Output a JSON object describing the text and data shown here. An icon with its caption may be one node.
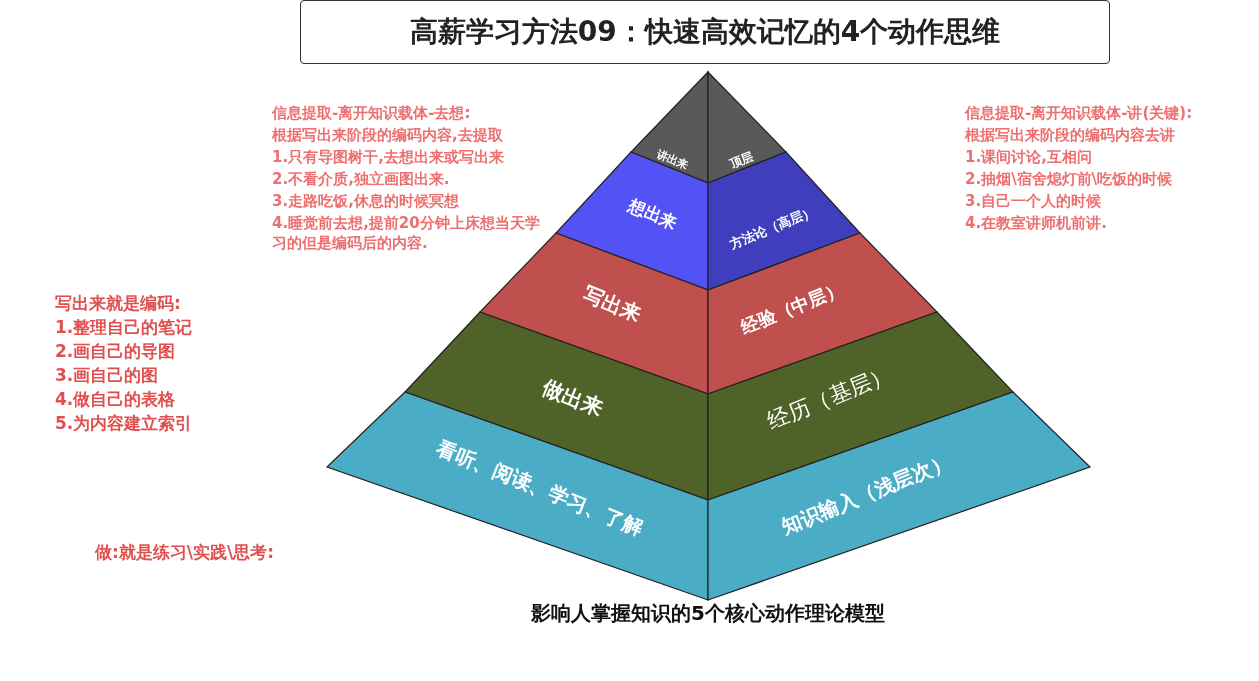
{
  "diagram": {
    "title": "高薪学习方法09：快速高效记忆的4个动作思维",
    "caption": "影响人掌握知识的5个核心动作理论模型",
    "nodes": [
      {
        "text": [
          "讲出来"
        ]
      },
      {
        "text": [
          "顶层"
        ]
      },
      {
        "text": [
          "想出来"
        ]
      },
      {
        "text": [
          "方法论（高层）"
        ]
      },
      {
        "text": [
          "写出来"
        ]
      },
      {
        "text": [
          "经验（中层）"
        ]
      },
      {
        "text": [
          "做出来"
        ]
      },
      {
        "text": [
          "经历（基层）"
        ]
      },
      {
        "text": [
          "看听、阅读、学习、了解"
        ]
      },
      {
        "text": [
          "知识输入（浅层次）"
        ]
      }
    ],
    "labels": [
      "信息提取-离开知识载体-去想:",
      "根据写出来阶段的编码内容,去提取",
      "1.只有导图树干,去想出来或写出来",
      "2.不看介质,独立画图出来.",
      "3.走路吃饭,休息的时候冥想",
      "4.睡觉前去想,提前20分钟上床想当天学习的但是编码后的内容.",
      "信息提取-离开知识载体-讲(关键):",
      "根据写出来阶段的编码内容去讲",
      "1.课间讨论,互相问",
      "2.抽烟\\宿舍熄灯前\\吃饭的时候",
      "3.自己一个人的时候",
      "4.在教室讲师机前讲.",
      "写出来就是编码:",
      "1.整理自己的笔记",
      "2.画自己的导图",
      "3.画自己的图",
      "4.做自己的表格",
      "5.为内容建立索引",
      "做:就是练习\\实践\\思考:"
    ]
  }
}
